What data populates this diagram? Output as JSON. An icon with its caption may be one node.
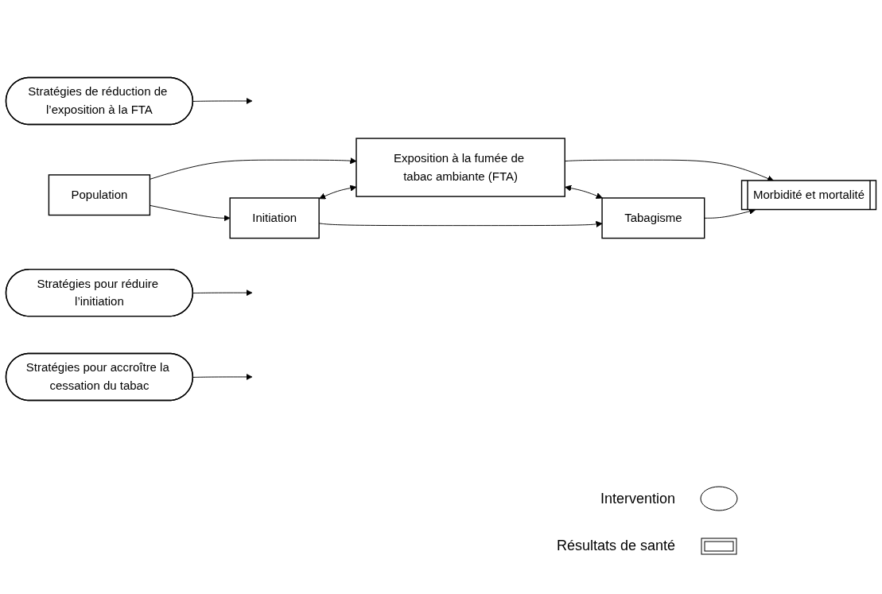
{
  "diagram": {
    "nodes": [
      {
        "text": [
          "Stratégies de réduction de l’exposition à la FTA"
        ]
      },
      {
        "text": [
          "Exposition à la fumée de tabac ambiante (FTA)"
        ]
      },
      {
        "text": [
          "Population"
        ]
      },
      {
        "text": [
          "Initiation"
        ]
      },
      {
        "text": [
          "Tabagisme"
        ]
      },
      {
        "text": [
          "Morbidité et mortalité"
        ]
      },
      {
        "text": [
          "Stratégies pour réduire l’initiation"
        ]
      },
      {
        "text": [
          "Stratégies pour accroître la cessation du tabac"
        ]
      }
    ],
    "edges": [
      {
        "from": 2,
        "to": 1,
        "arrow": "to"
      },
      {
        "from": 0,
        "to": null,
        "arrow": "to"
      },
      {
        "from": 1,
        "to": 5,
        "arrow": "to"
      },
      {
        "from": 3,
        "to": 1,
        "arrow": "both"
      },
      {
        "from": 1,
        "to": 4,
        "arrow": "both"
      },
      {
        "from": 2,
        "to": 3,
        "arrow": "to"
      },
      {
        "from": 3,
        "to": 4,
        "arrow": "to"
      },
      {
        "from": 4,
        "to": 5,
        "arrow": "to"
      },
      {
        "from": 6,
        "to": null,
        "arrow": "to"
      },
      {
        "from": 7,
        "to": null,
        "arrow": "to"
      }
    ],
    "legend": [
      {
        "text": "Intervention"
      },
      {
        "text": "Résultats de santé"
      }
    ]
  }
}
